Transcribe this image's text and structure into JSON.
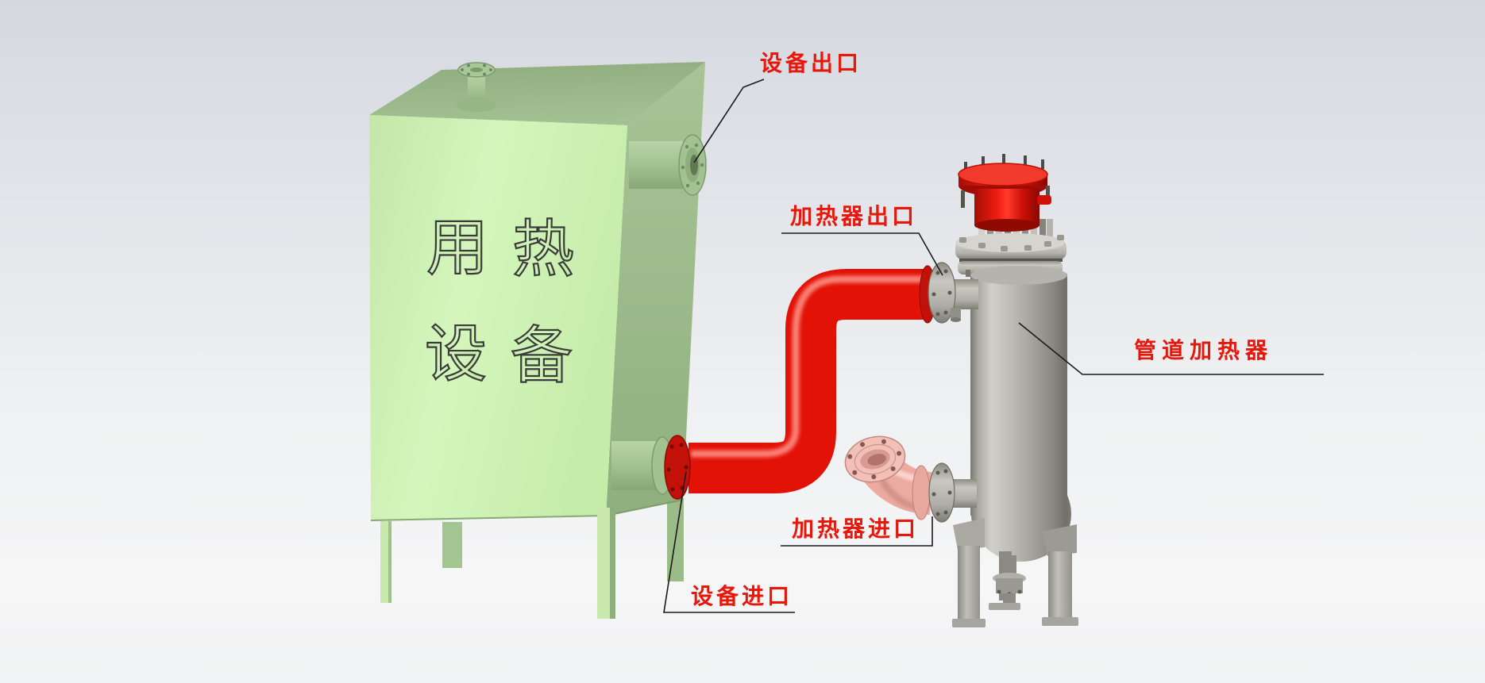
{
  "scene": {
    "type": "3d-cad-render",
    "description": "Pipeline heater piping diagram with annotated inlets and outlets"
  },
  "colors": {
    "label_red": "#e8170c",
    "leader_black": "#1a1a1a",
    "box_green": "#cdf0b2",
    "pipe_red": "#e31207",
    "pipe_pink": "#edaaa1",
    "heater_gray": "#a8a7a0",
    "heater_cap_red": "#e01309"
  },
  "equipment_box": {
    "name": "用热设备",
    "face_text": {
      "char1": "用",
      "char2": "热",
      "char3": "设",
      "char4": "备"
    }
  },
  "heater": {
    "name": "管道加热器"
  },
  "annotations": {
    "equipment_outlet": {
      "label": "设备出口"
    },
    "heater_outlet": {
      "label": "加热器出口"
    },
    "pipeline_heater": {
      "label": "管道加热器"
    },
    "heater_inlet": {
      "label": "加热器进口"
    },
    "equipment_inlet": {
      "label": "设备进口"
    }
  }
}
